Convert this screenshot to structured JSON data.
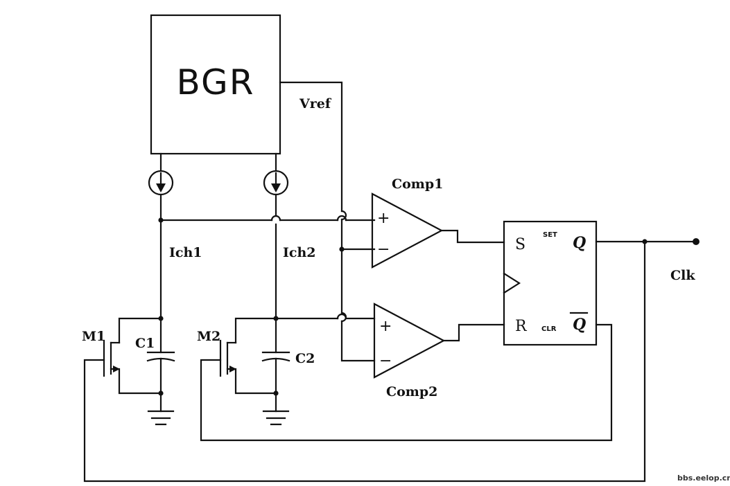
{
  "blocks": {
    "bgr": "BGR"
  },
  "signals": {
    "vref": "Vref",
    "ich1": "Ich1",
    "ich2": "Ich2",
    "clk": "Clk"
  },
  "components": {
    "m1": "M1",
    "m2": "M2",
    "c1": "C1",
    "c2": "C2",
    "comp1": "Comp1",
    "comp2": "Comp2"
  },
  "comparator_inputs": {
    "plus": "+",
    "minus": "−"
  },
  "flipflop": {
    "s": "S",
    "r": "R",
    "set": "SET",
    "clr": "CLR",
    "q": "Q",
    "qbar": "Q"
  },
  "watermark": "bbs.eelop.cn"
}
